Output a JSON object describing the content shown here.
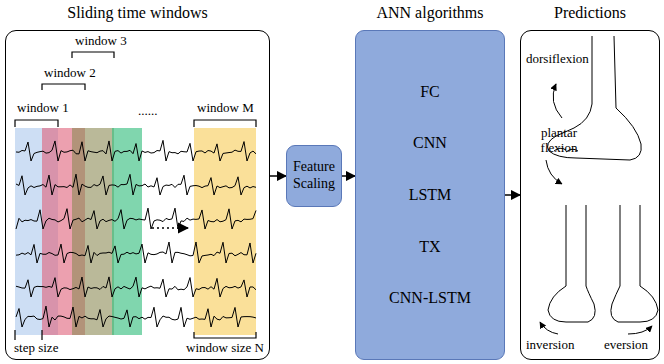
{
  "diagram": {
    "nodes": [
      {
        "text": [
          "Sliding time windows"
        ]
      },
      {
        "text": [
          "Feature Scaling"
        ]
      },
      {
        "text": [
          "ANN algorithms",
          "FC",
          "CNN",
          "LSTM",
          "TX",
          "CNN-LSTM"
        ]
      },
      {
        "text": [
          "Predictions"
        ]
      }
    ],
    "edges": [
      {
        "from": 0,
        "to": 1,
        "arrow": "to"
      },
      {
        "from": 1,
        "to": 2,
        "arrow": "to"
      },
      {
        "from": 2,
        "to": 3,
        "arrow": "to"
      }
    ],
    "labels": [
      "window 1",
      "window 2",
      "window 3",
      "......",
      "window M",
      "step size",
      "window size N",
      "dorsiflexion",
      "plantar flexion",
      "inversion",
      "eversion"
    ]
  }
}
